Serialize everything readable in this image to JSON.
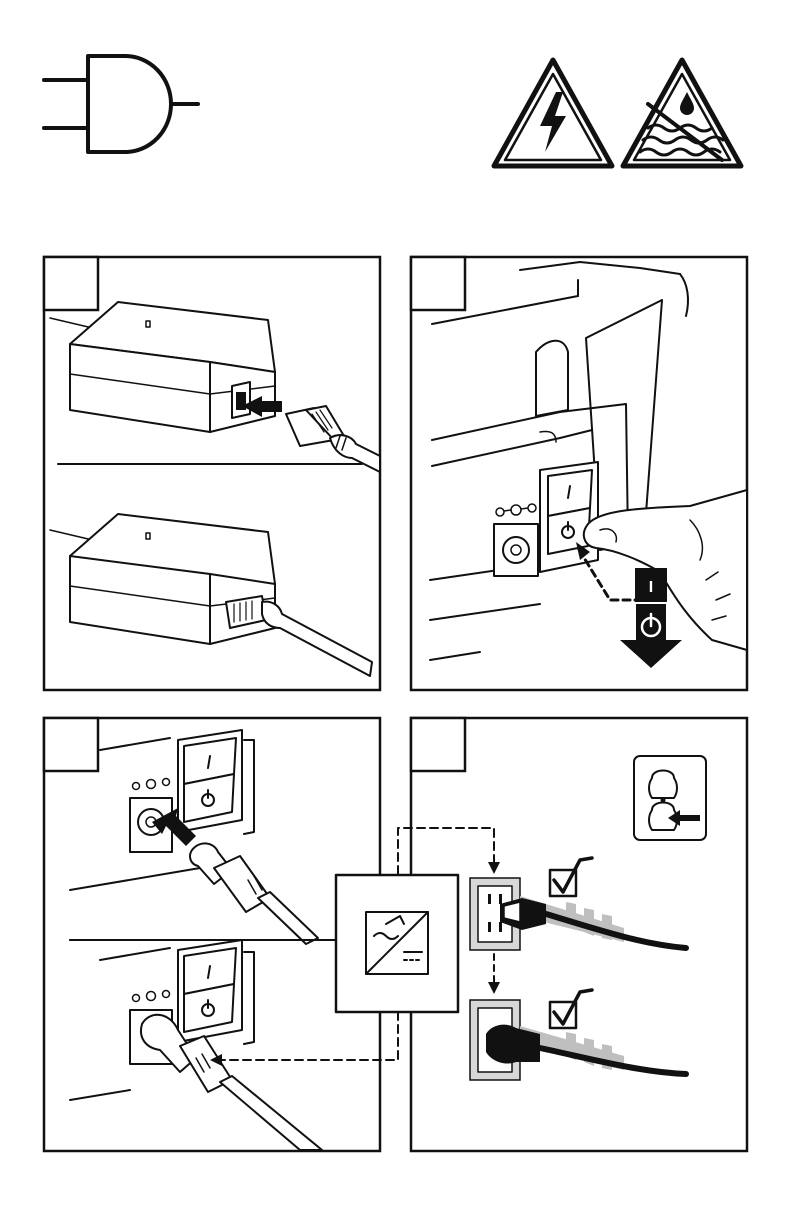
{
  "header": {
    "symbols": [
      "plug-icon",
      "electric-shock-warning-icon",
      "no-water-warning-icon"
    ]
  },
  "panels": [
    {
      "id": "panel-1",
      "step": "",
      "subject": "power-supply-cord-connection"
    },
    {
      "id": "panel-2",
      "step": "",
      "subject": "power-switch-off"
    },
    {
      "id": "panel-3",
      "step": "",
      "subject": "dc-plug-to-printer"
    },
    {
      "id": "panel-4",
      "step": "",
      "subject": "ac-cord-to-outlet"
    }
  ],
  "switch_states": {
    "on": "I",
    "off": "⏻"
  },
  "colors": {
    "ink": "#111111",
    "paper": "#ffffff",
    "shade": "#bfbfbf"
  }
}
